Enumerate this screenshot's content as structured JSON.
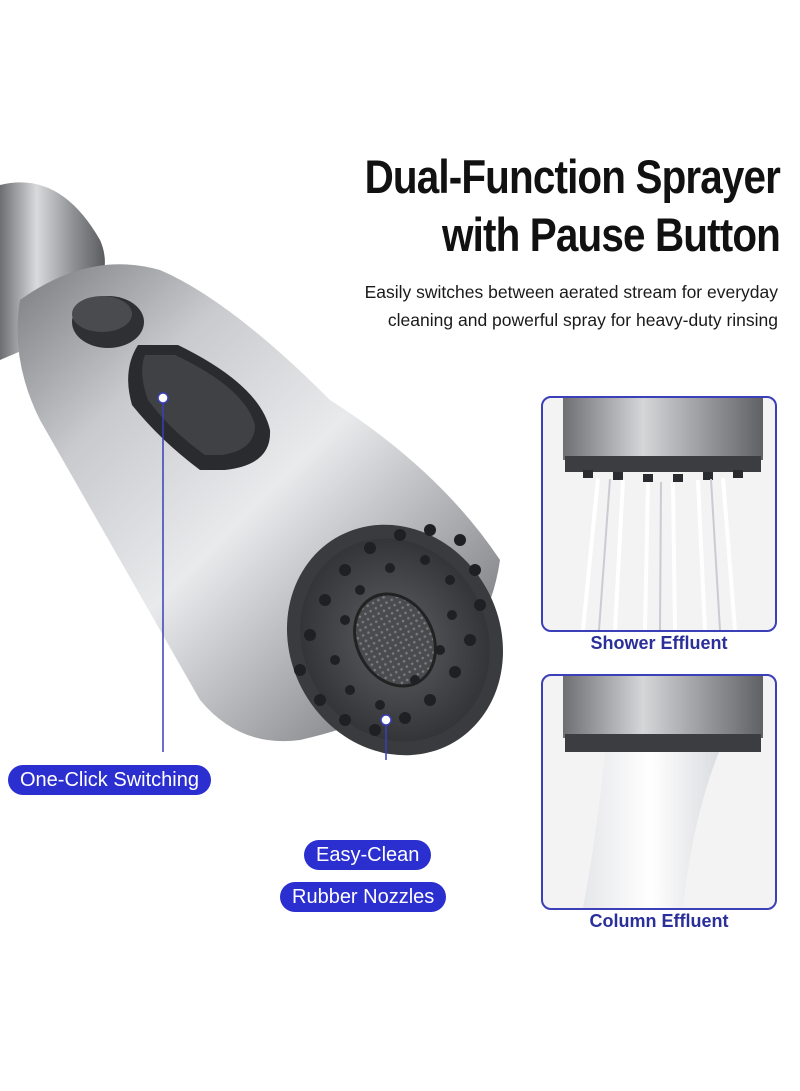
{
  "headline": {
    "line1": "Dual-Function Sprayer",
    "line2": "with Pause Button"
  },
  "subtitle": {
    "line1": "Easily switches between aerated stream for everyday",
    "line2": "cleaning and powerful spray for heavy-duty rinsing"
  },
  "callouts": {
    "switching": "One-Click Switching",
    "easy_clean": "Easy-Clean",
    "nozzles": "Rubber Nozzles"
  },
  "modes": {
    "shower": "Shower Effluent",
    "column": "Column Effluent"
  },
  "colors": {
    "accent": "#2b2fd0",
    "label_text": "#2b2f99",
    "metal": "#9a9b9e",
    "button": "#3a3b3e"
  }
}
